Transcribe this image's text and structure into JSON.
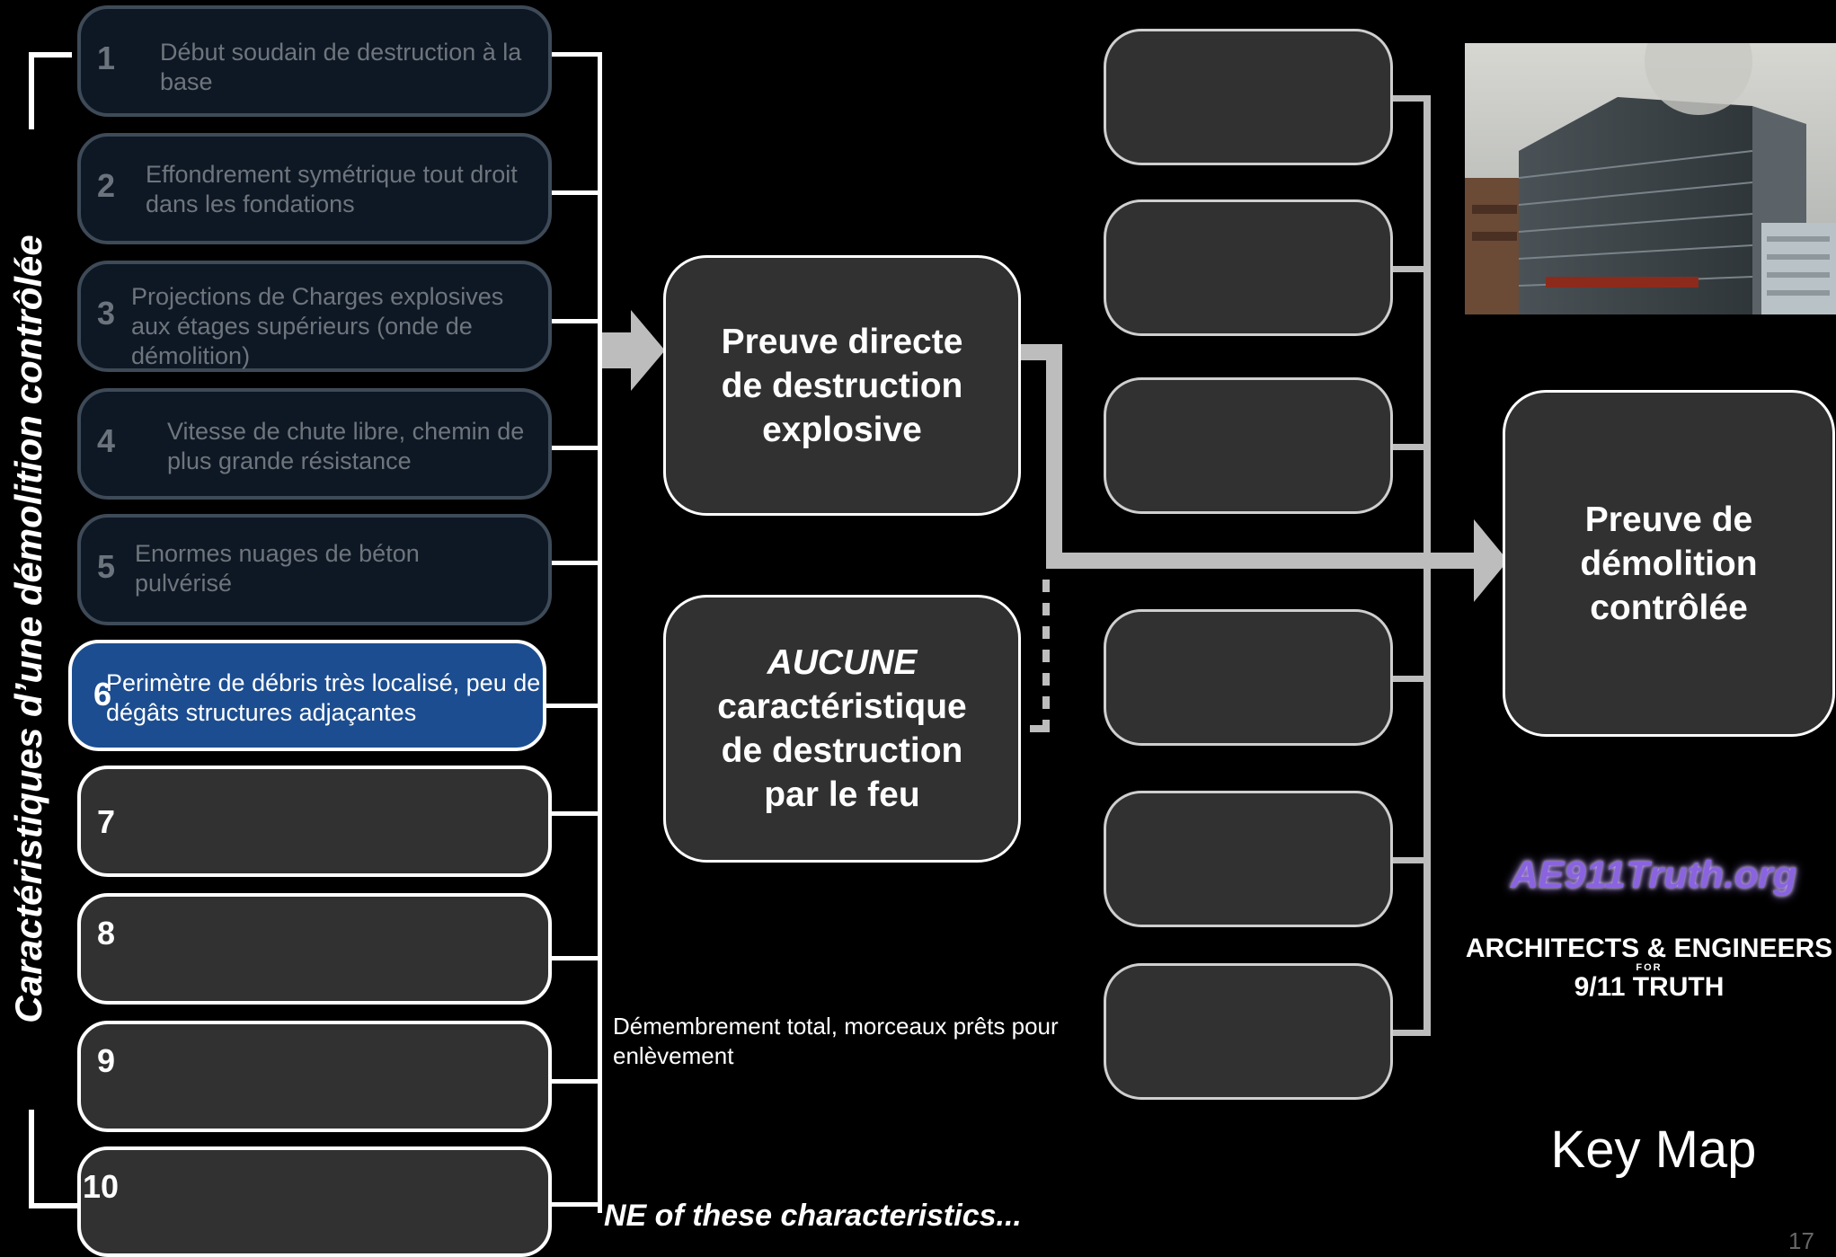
{
  "title": "Caractéristiques d’une démolition contrôlée",
  "characteristics": [
    {
      "n": "1",
      "text": "Début soudain de destruction à la base"
    },
    {
      "n": "2",
      "text": "Effondrement symétrique tout droit dans les fondations"
    },
    {
      "n": "3",
      "text": "Projections de Charges explosives aux étages supérieurs (onde de démolition)"
    },
    {
      "n": "4",
      "text": "Vitesse de chute libre, chemin de plus grande résistance"
    },
    {
      "n": "5",
      "text": "Enormes nuages de béton pulvérisé"
    },
    {
      "n": "6",
      "text": "Perimètre de débris très localisé, peu de dégâts structures adjaçantes"
    },
    {
      "n": "7"
    },
    {
      "n": "8"
    },
    {
      "n": "9"
    },
    {
      "n": "10"
    }
  ],
  "center": {
    "box1": "Preuve directe de destruction explosive",
    "box2_em": "AUCUNE",
    "box2_rest": "caractéristique de destruction par le feu"
  },
  "result_box": "Preuve de démolition contrôlée",
  "note": "Démembrement total, morceaux prêts pour enlèvement",
  "bottom_text": "NE of these characteristics...",
  "logo": {
    "site": "AE911Truth.org",
    "line1": "ARCHITECTS & ENGINEERS",
    "for": "FOR",
    "line2": "9/11 TRUTH"
  },
  "key_map": "Key Map",
  "slide_number": "17",
  "colors": {
    "active_fill": "#1c4d90",
    "highlight": "#ffd21e",
    "logo_purple": "#8a63e0"
  }
}
